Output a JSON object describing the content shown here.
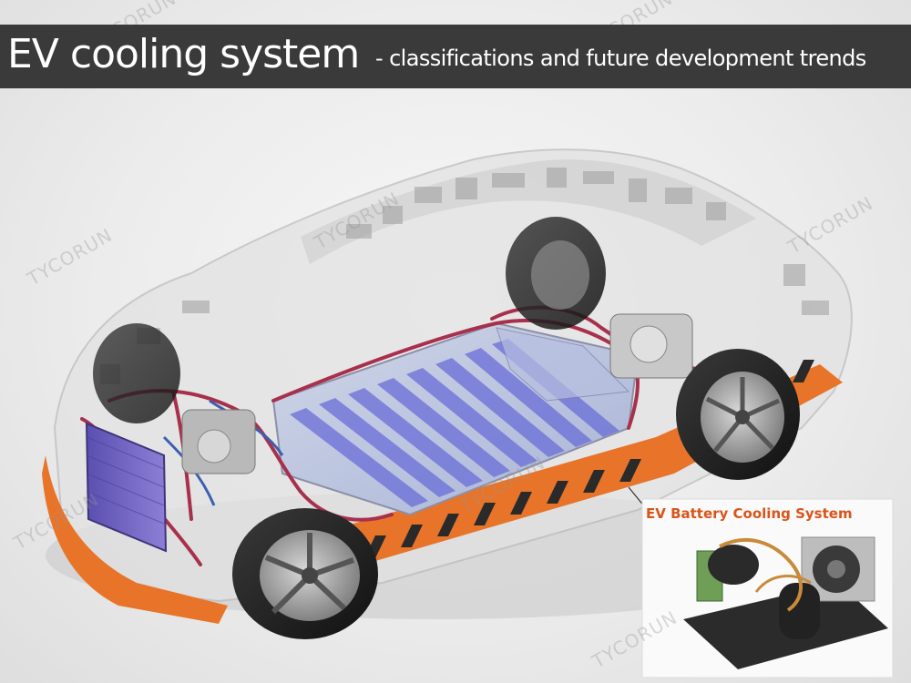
{
  "banner": {
    "title": "EV cooling system",
    "subtitle": "- classifications and future development trends"
  },
  "callout": {
    "label": "EV Battery Cooling System"
  },
  "watermark": {
    "text": "TYCORUN"
  },
  "colors": {
    "banner_background": "#3a3a3a",
    "banner_text": "#ffffff",
    "callout_text": "#d9541a",
    "coolant_pipes": "#a8304c",
    "battery_cooling_plates": "#6a6ed8",
    "underbody_accent": "#e8742a"
  }
}
